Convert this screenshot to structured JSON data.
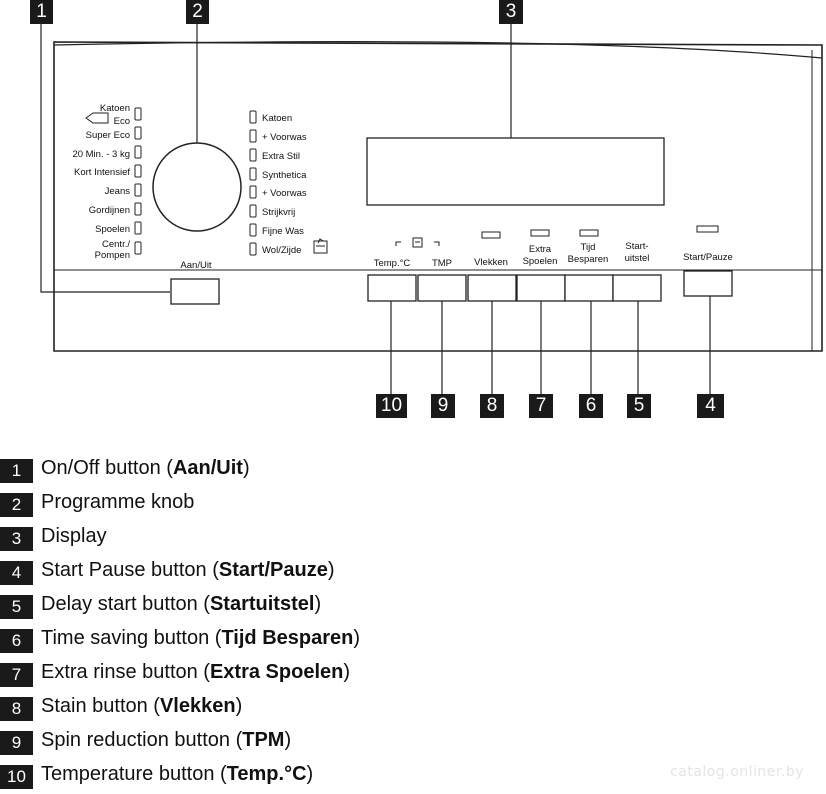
{
  "callouts": [
    "1",
    "2",
    "3",
    "10",
    "9",
    "8",
    "7",
    "6",
    "5",
    "4"
  ],
  "left_programmes": [
    "Katoen",
    "Eco",
    "Super Eco",
    "20 Min. - 3 kg",
    "Kort Intensief",
    "Jeans",
    "Gordijnen",
    "Spoelen",
    "Centr./",
    "Pompen"
  ],
  "right_programmes": [
    "Katoen",
    "+ Voorwas",
    "Extra Stil",
    "Synthetica",
    "+ Voorwas",
    "Strijkvrij",
    "Fijne Was",
    "Wol/Zijde"
  ],
  "power_button_label": "Aan/Uit",
  "buttons": {
    "temp": "Temp.°C",
    "tmp": "TMP",
    "vlekken": "Vlekken",
    "extra_1": "Extra",
    "extra_2": "Spoelen",
    "tijd_1": "Tijd",
    "tijd_2": "Besparen",
    "start_uitstel_1": "Start-",
    "start_uitstel_2": "uitstel",
    "start_pauze": "Start/Pauze"
  },
  "legend": [
    {
      "num": "1",
      "text": "On/Off button (",
      "bold": "Aan/Uit",
      "end": ")"
    },
    {
      "num": "2",
      "text": "Programme knob",
      "bold": "",
      "end": ""
    },
    {
      "num": "3",
      "text": "Display",
      "bold": "",
      "end": ""
    },
    {
      "num": "4",
      "text": "Start Pause button (",
      "bold": "Start/Pauze",
      "end": ")"
    },
    {
      "num": "5",
      "text": "Delay start button (",
      "bold": "Startuitstel",
      "end": ")"
    },
    {
      "num": "6",
      "text": "Time saving button (",
      "bold": "Tijd Besparen",
      "end": ")"
    },
    {
      "num": "7",
      "text": "Extra rinse button (",
      "bold": "Extra Spoelen",
      "end": ")"
    },
    {
      "num": "8",
      "text": "Stain button (",
      "bold": "Vlekken",
      "end": ")"
    },
    {
      "num": "9",
      "text": "Spin reduction button (",
      "bold": "TPM",
      "end": ")"
    },
    {
      "num": "10",
      "text": "Temperature button (",
      "bold": "Temp.°C",
      "end": ")"
    }
  ],
  "watermark": "catalog.onliner.by"
}
